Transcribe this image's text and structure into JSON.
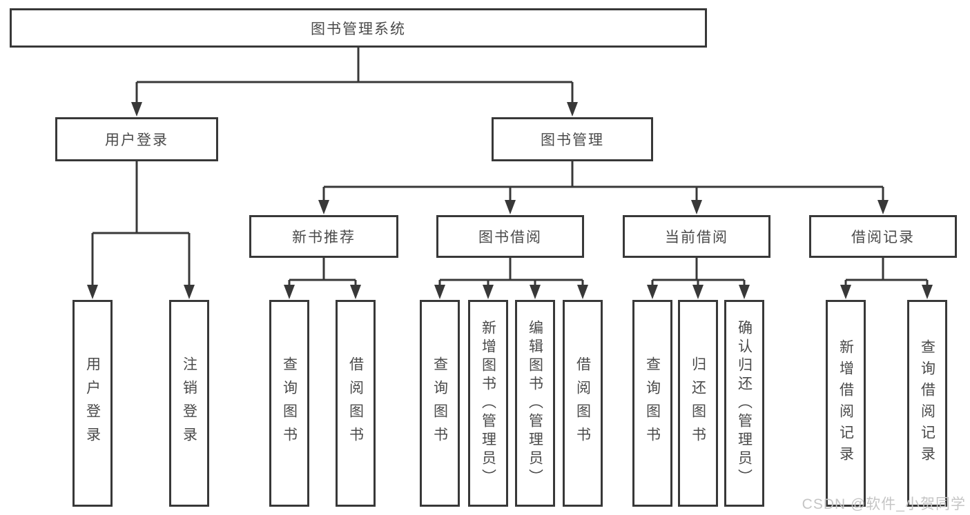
{
  "diagram": {
    "root": {
      "label": "图书管理系统"
    },
    "branches": [
      {
        "label": "用户登录",
        "children": [
          {
            "label": "用户登录"
          },
          {
            "label": "注销登录"
          }
        ]
      },
      {
        "label": "图书管理",
        "children": [
          {
            "label": "新书推荐",
            "children": [
              {
                "label": "查询图书"
              },
              {
                "label": "借阅图书"
              }
            ]
          },
          {
            "label": "图书借阅",
            "children": [
              {
                "label": "查询图书"
              },
              {
                "label": "新增图书（管理员）"
              },
              {
                "label": "编辑图书（管理员）"
              },
              {
                "label": "借阅图书"
              }
            ]
          },
          {
            "label": "当前借阅",
            "children": [
              {
                "label": "查询图书"
              },
              {
                "label": "归还图书"
              },
              {
                "label": "确认归还（管理员）"
              }
            ]
          },
          {
            "label": "借阅记录",
            "children": [
              {
                "label": "新增借阅记录"
              },
              {
                "label": "查询借阅记录"
              }
            ]
          }
        ]
      }
    ]
  },
  "watermark": {
    "text": "CSDN @软件_小贺同学"
  },
  "colors": {
    "line": "#383838",
    "box_border": "#383838",
    "text": "#4a4a4a",
    "watermark": "#c5c5c5",
    "background": "#ffffff"
  }
}
